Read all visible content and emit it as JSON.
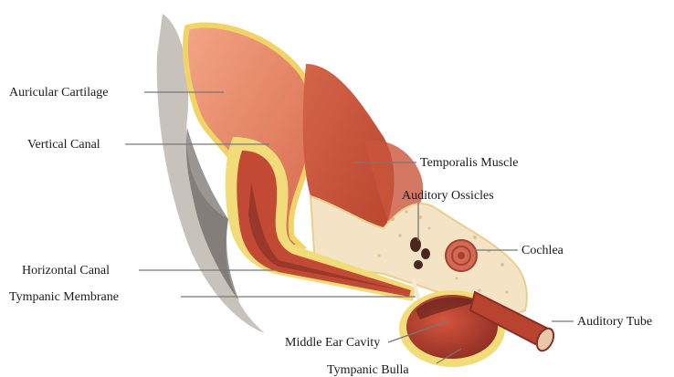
{
  "labels": {
    "auricular_cartilage": "Auricular Cartilage",
    "vertical_canal": "Vertical Canal",
    "horizontal_canal": "Horizontal Canal",
    "tympanic_membrane": "Tympanic Membrane",
    "temporalis_muscle": "Temporalis Muscle",
    "auditory_ossicles": "Auditory Ossicles",
    "cochlea": "Cochlea",
    "auditory_tube": "Auditory Tube",
    "middle_ear_cavity": "Middle Ear Cavity",
    "tympanic_bulla": "Tympanic Bulla"
  },
  "colors": {
    "background": "#ffffff",
    "skin": "#e8876a",
    "muscle": "#c9553c",
    "canal_dark": "#7a2a22",
    "cartilage_yellow": "#f2dc7a",
    "bone": "#f4e3c4",
    "fur": "#a8a09a",
    "leader_line": "#777777"
  }
}
